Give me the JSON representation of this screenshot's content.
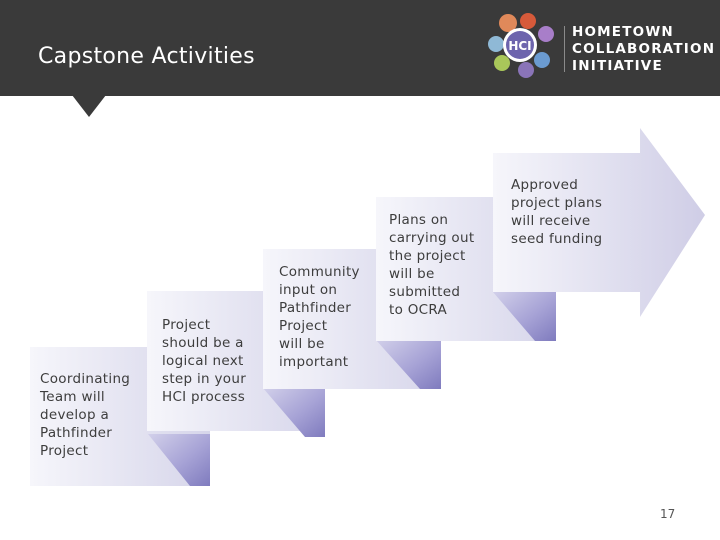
{
  "slide": {
    "title": "Capstone Activities",
    "page_number": "17"
  },
  "logo": {
    "mark_text": "HCI",
    "lines": [
      "HOMETOWN",
      "COLLABORATION",
      "INITIATIVE"
    ]
  },
  "steps": [
    {
      "lines": [
        "Coordinating",
        "Team will",
        "develop a",
        "Pathfinder",
        "Project"
      ]
    },
    {
      "lines": [
        "Project",
        "should be a",
        "logical next",
        "step in your",
        "HCI process"
      ]
    },
    {
      "lines": [
        "Community",
        "input on",
        "Pathfinder",
        "Project",
        "will be",
        "important"
      ]
    },
    {
      "lines": [
        "Plans on",
        "carrying out",
        "the project",
        "will be",
        "submitted",
        "to OCRA"
      ]
    },
    {
      "lines": [
        "Approved",
        "project plans",
        "will receive",
        "seed funding"
      ]
    }
  ],
  "colors": {
    "header": "#3a3a3a",
    "step_light": "#f4f4f9",
    "step_mid": "#dcdcee",
    "step_dark": "#8c88c4",
    "text": "#3d3d3d"
  }
}
